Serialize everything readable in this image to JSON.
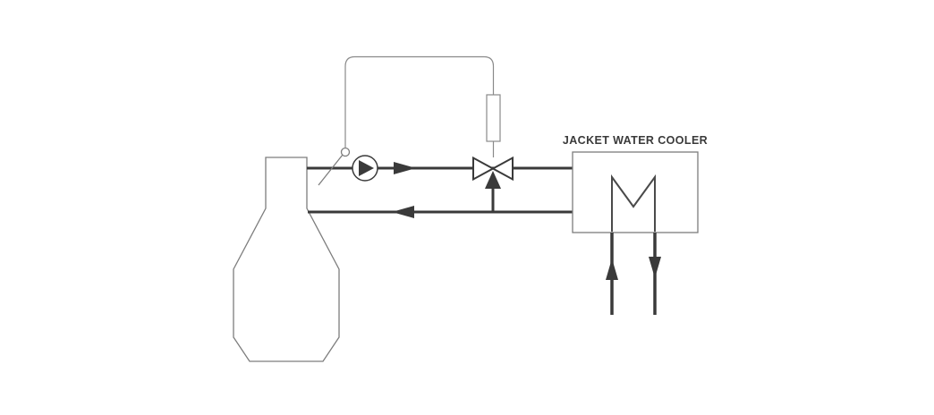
{
  "diagram": {
    "label": "JACKET WATER COOLER",
    "colors": {
      "pipe": "#3a3a3a",
      "outline": "#7d7d7d",
      "label": "#3a3a3a",
      "background": "#ffffff"
    },
    "components": [
      {
        "name": "engine-body",
        "icon": "engine-outline-shape"
      },
      {
        "name": "circulation-pump",
        "icon": "pump-circle-triangle-icon"
      },
      {
        "name": "temperature-sensor",
        "icon": "sensor-circle-icon"
      },
      {
        "name": "thermostatic-element",
        "icon": "element-rectangle-icon"
      },
      {
        "name": "three-way-valve",
        "icon": "valve-bowtie-icon"
      },
      {
        "name": "jacket-water-cooler",
        "icon": "heat-exchanger-coil-icon"
      },
      {
        "name": "cooling-water-inlet",
        "icon": "arrow-up-icon"
      },
      {
        "name": "cooling-water-outlet",
        "icon": "arrow-down-icon"
      }
    ]
  }
}
